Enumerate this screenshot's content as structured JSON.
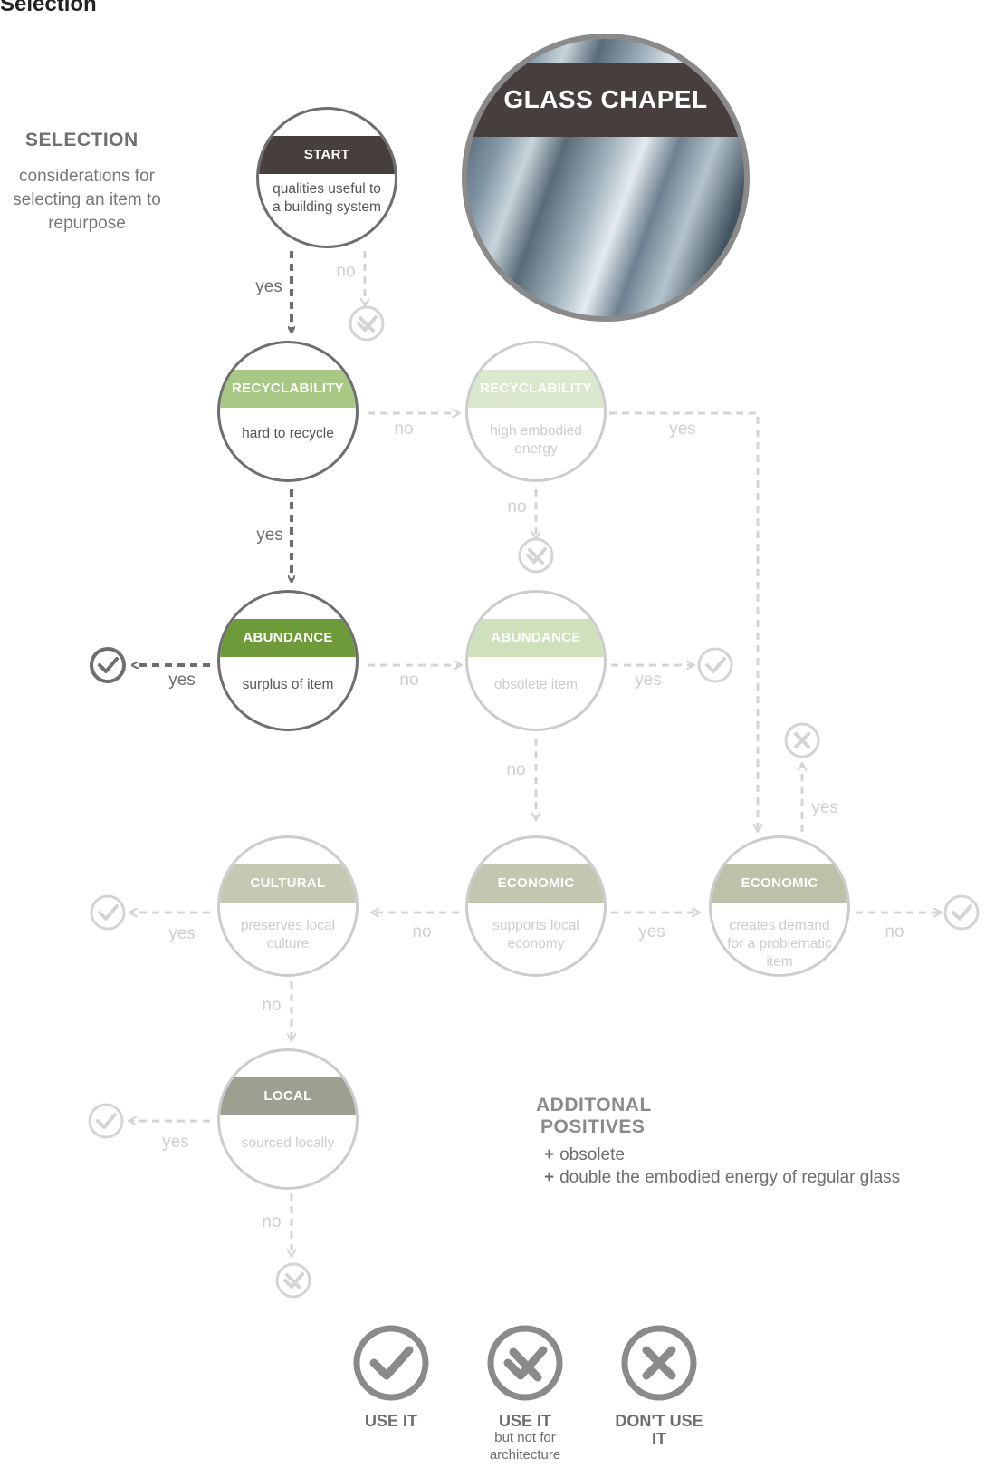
{
  "page_title": "Selection",
  "selection": {
    "title": "SELECTION",
    "description": "considerations for selecting an item to repurpose"
  },
  "hero": {
    "title": "GLASS CHAPEL"
  },
  "colors": {
    "start": "#463f3e",
    "recyclability": "#a8c886",
    "abundance": "#6f9a3a",
    "recyclability_faded": "#dbe8cd",
    "abundance_faded": "#cfe0bd",
    "economic": "#c2c7b0",
    "economic_dark": "#bcc1a8",
    "cultural": "#c4c9b4",
    "local": "#9e9f90",
    "active_line": "#6e6e6e",
    "faded_line": "#d4d4d4"
  },
  "nodes": {
    "start": {
      "title": "START",
      "body": "qualities useful to a building system"
    },
    "recyc1": {
      "title": "RECYCLABILITY",
      "body": "hard to recycle"
    },
    "recyc2": {
      "title": "RECYCLABILITY",
      "body": "high embodied energy"
    },
    "abund1": {
      "title": "ABUNDANCE",
      "body": "surplus of item"
    },
    "abund2": {
      "title": "ABUNDANCE",
      "body": "obsolete item"
    },
    "cult": {
      "title": "CULTURAL",
      "body": "preserves local culture"
    },
    "econ1": {
      "title": "ECONOMIC",
      "body": "supports local economy"
    },
    "econ2": {
      "title": "ECONOMIC",
      "body": "creates demand for a problematic item"
    },
    "local": {
      "title": "LOCAL",
      "body": "sourced locally"
    }
  },
  "edge_labels": {
    "start_yes": "yes",
    "start_no": "no",
    "recyc1_no": "no",
    "recyc2_yes": "yes",
    "recyc1_yes": "yes",
    "recyc2_no": "no",
    "abund1_yes": "yes",
    "abund1_no": "no",
    "abund2_yes": "yes",
    "abund2_no": "no",
    "econ2_yes": "yes",
    "cult_yes": "yes",
    "econ1_no": "no",
    "econ1_yes": "yes",
    "econ2_no": "no",
    "cult_no": "no",
    "local_yes": "yes",
    "local_no": "no"
  },
  "additional": {
    "title_line1": "ADDITONAL",
    "title_line2": "POSITIVES",
    "items": [
      "obsolete",
      "double the embodied energy of regular glass"
    ],
    "bullet": "+"
  },
  "legend": {
    "use_it": {
      "label": "USE IT",
      "icon": "check-icon"
    },
    "use_it_not_arch": {
      "label": "USE IT",
      "sub_line1": "but not for",
      "sub_line2": "architecture",
      "icon": "check-cross-icon"
    },
    "dont_use": {
      "label_line1": "DON'T USE",
      "label_line2": "IT",
      "icon": "x-icon"
    }
  }
}
